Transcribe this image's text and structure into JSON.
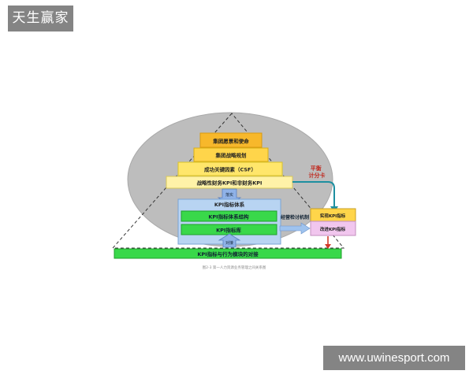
{
  "watermark": {
    "top_left": "天生赢家",
    "bottom_right": "www.uwinesport.com"
  },
  "diagram": {
    "pyramid": [
      "集团愿景和使命",
      "集团战略规划",
      "成功关键因素（CSF）",
      "战略性财务KPI和非财务KPI"
    ],
    "arrow_down_label": "落实",
    "kpi_system": {
      "title": "KPI指标体系",
      "structure": "KPI指标体系结构",
      "library": "KPI指标库"
    },
    "arrow_up_label": "对接",
    "balanced_scorecard": "平衡\n计分卡",
    "mechanism": "经营检讨机制",
    "right_boxes": {
      "realize": "实现KPI指标",
      "improve": "改进KPI指标"
    },
    "base_bar": "KPI指标与行为模块的对接",
    "caption": "图2-3 第一人力资源业务管理之间关系图"
  },
  "colors": {
    "ellipse": "#bdbdbd",
    "orange": "#f7b82b",
    "yellow_dark": "#ffd54a",
    "yellow_mid": "#ffe66b",
    "yellow_light": "#fff2a8",
    "blue": "#b8d4f2",
    "green": "#39d84a",
    "pink": "#f1c6ee",
    "teal_arrow": "#1d8fa0",
    "red_arrow": "#d23a2a"
  }
}
